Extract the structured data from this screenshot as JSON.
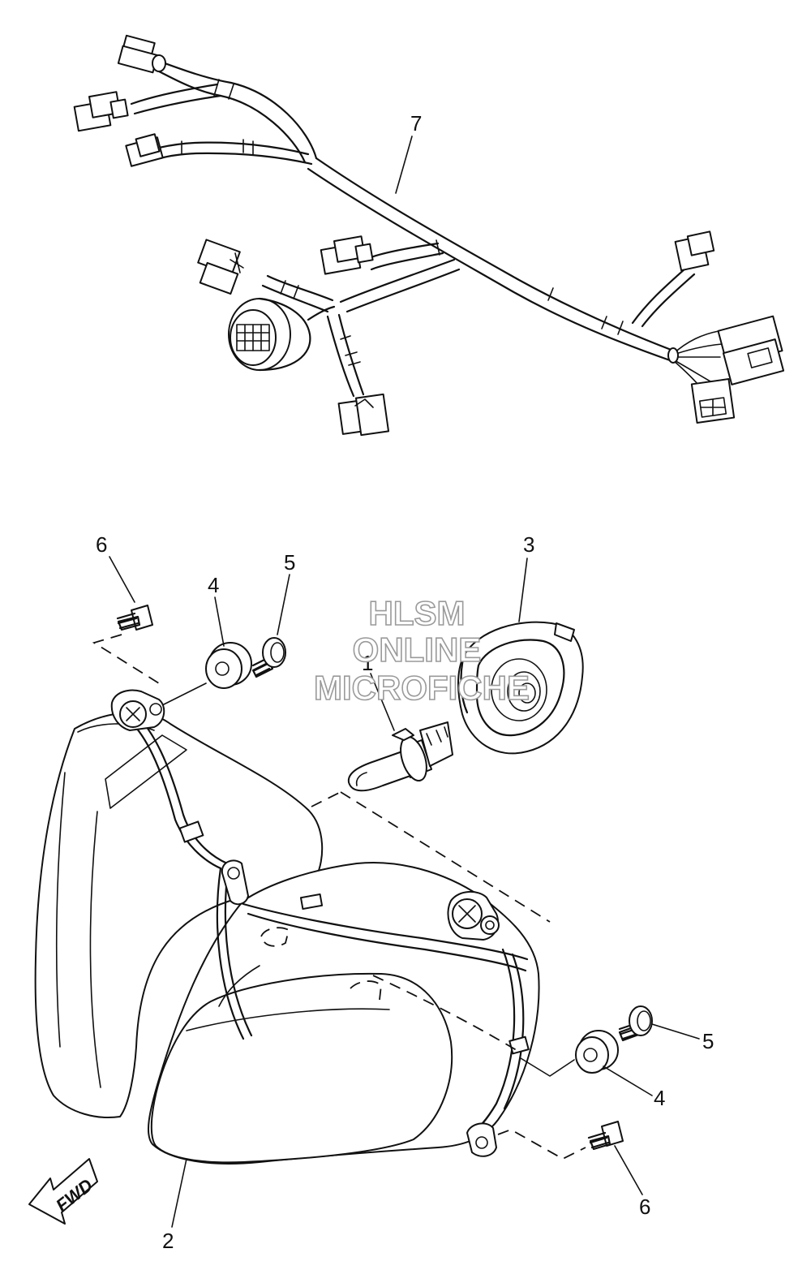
{
  "callouts": {
    "n1": "1",
    "n2": "2",
    "n3": "3",
    "n4_top": "4",
    "n4_bottom": "4",
    "n5_top": "5",
    "n5_bottom": "5",
    "n6_top": "6",
    "n6_bottom": "6",
    "n7": "7"
  },
  "watermark": {
    "line1": "HLSM",
    "line2": "ONLINE",
    "line3": "MICROFICHE"
  },
  "direction_arrow": {
    "label": "FWD"
  },
  "colors": {
    "ink": "#111111",
    "watermark_outline": "#9a9a9a",
    "background": "#ffffff"
  }
}
